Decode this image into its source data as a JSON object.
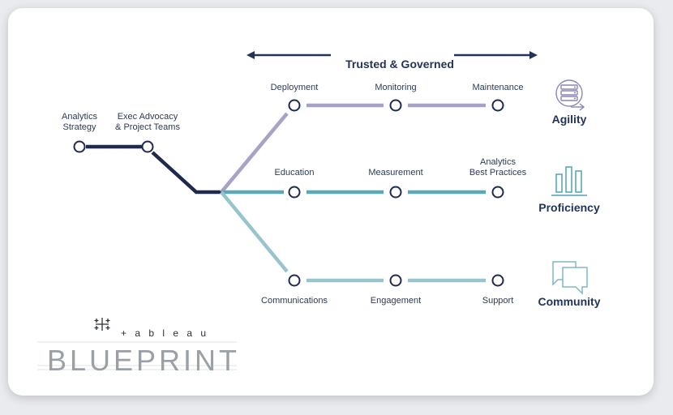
{
  "header": {
    "title": "Trusted & Governed"
  },
  "nodes": {
    "analytics_strategy": "Analytics\nStrategy",
    "exec_advocacy": "Exec Advocacy\n& Project Teams",
    "deployment": "Deployment",
    "monitoring": "Monitoring",
    "maintenance": "Maintenance",
    "education": "Education",
    "measurement": "Measurement",
    "analytics_best_practices": "Analytics\nBest Practices",
    "communications": "Communications",
    "engagement": "Engagement",
    "support": "Support"
  },
  "outcomes": {
    "agility": "Agility",
    "proficiency": "Proficiency",
    "community": "Community"
  },
  "logo": {
    "brand": "+ a b l e a u",
    "product": "BLUEPRINT"
  },
  "icons": {
    "agility": "server-stack-icon",
    "proficiency": "bar-chart-icon",
    "community": "chat-bubbles-icon",
    "brand": "tableau-cross-logo-icon"
  },
  "colors": {
    "navy": "#1f2a4e",
    "agility_track": "#a6a3c6",
    "proficiency_track": "#5aa9b8",
    "community_track": "#98c4cc",
    "heading": "#22345a"
  }
}
